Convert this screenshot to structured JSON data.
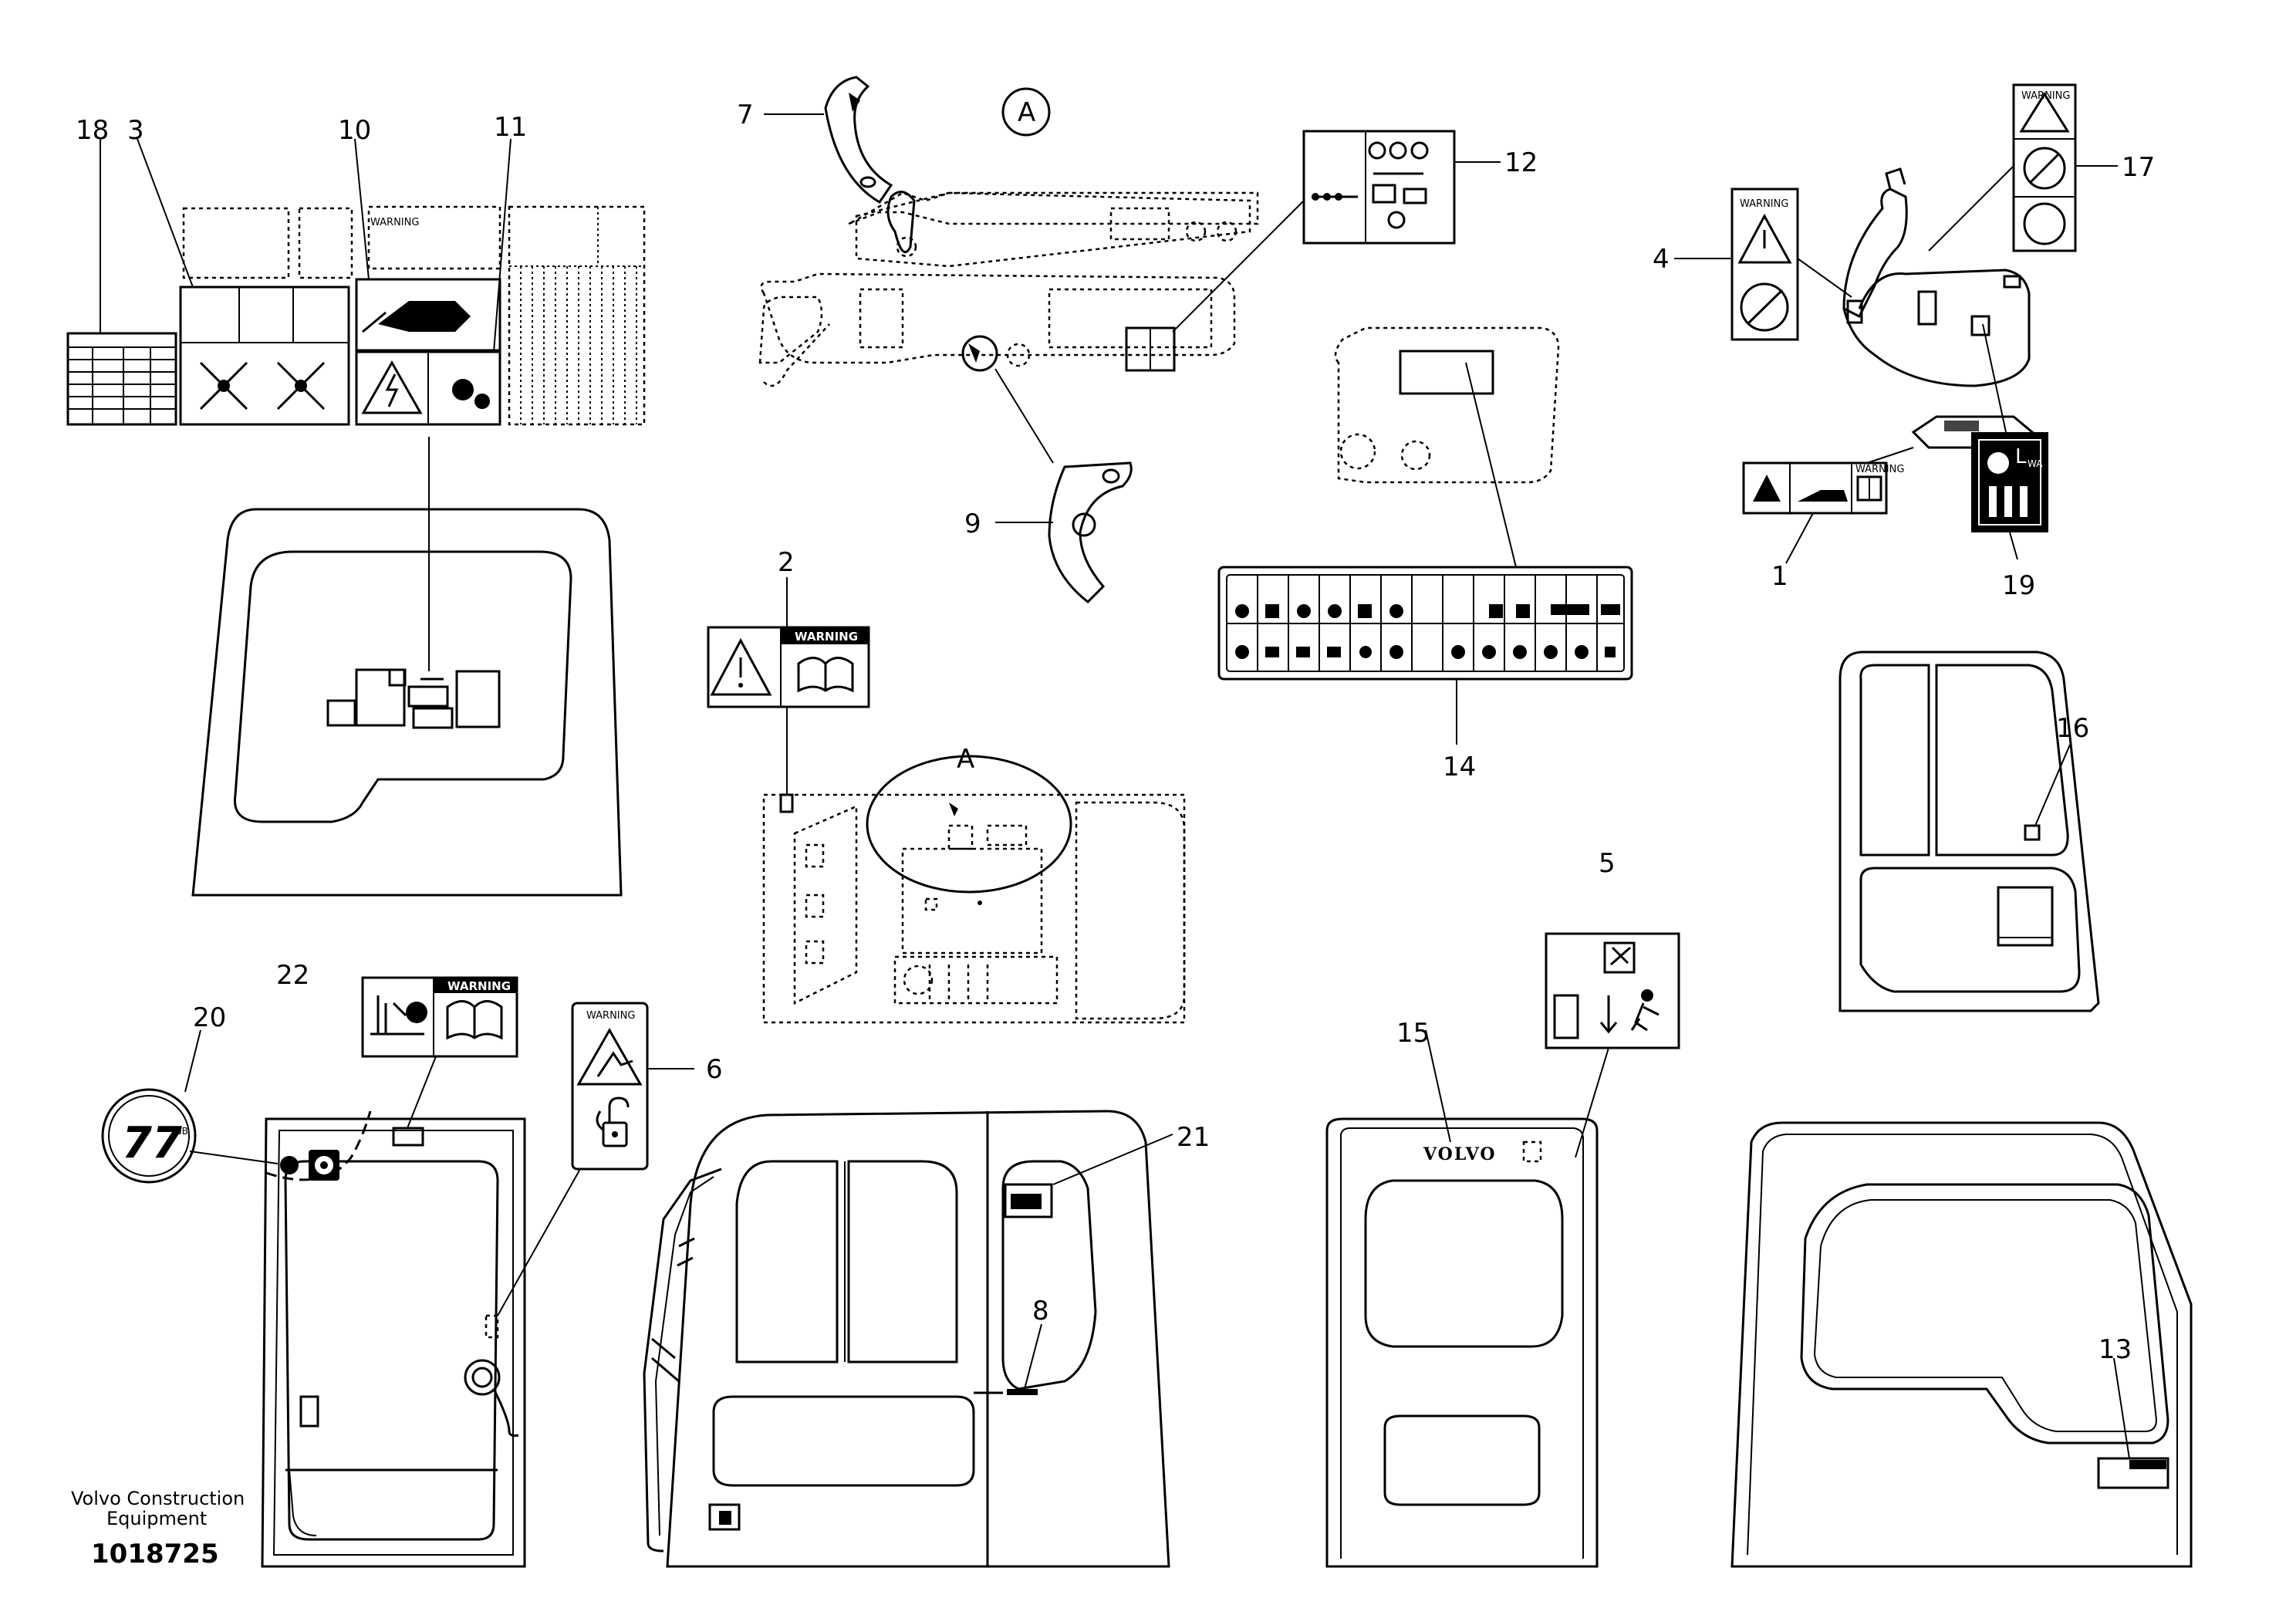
{
  "callouts": [
    {
      "id": "c1",
      "text": "1"
    },
    {
      "id": "c2",
      "text": "2"
    },
    {
      "id": "c3",
      "text": "3"
    },
    {
      "id": "c4",
      "text": "4"
    },
    {
      "id": "c5",
      "text": "5"
    },
    {
      "id": "c6",
      "text": "6"
    },
    {
      "id": "c7",
      "text": "7"
    },
    {
      "id": "c8",
      "text": "8"
    },
    {
      "id": "c9",
      "text": "9"
    },
    {
      "id": "c10",
      "text": "10"
    },
    {
      "id": "c11",
      "text": "11"
    },
    {
      "id": "c12",
      "text": "12"
    },
    {
      "id": "c13",
      "text": "13"
    },
    {
      "id": "c14",
      "text": "14"
    },
    {
      "id": "c15",
      "text": "15"
    },
    {
      "id": "c16",
      "text": "16"
    },
    {
      "id": "c17",
      "text": "17"
    },
    {
      "id": "c18",
      "text": "18"
    },
    {
      "id": "c19",
      "text": "19"
    },
    {
      "id": "c20",
      "text": "20"
    },
    {
      "id": "c21",
      "text": "21"
    },
    {
      "id": "c22",
      "text": "22"
    }
  ],
  "view_marker": "A",
  "view_marker_circled": "A",
  "warning_text": "WARNING",
  "brand_badge": "VOLVO",
  "sound_label": "L",
  "sound_sub": "WA",
  "speed_decal": "77",
  "speed_unit": "dB",
  "footer": {
    "company_line1": "Volvo Construction",
    "company_line2": "Equipment",
    "drawing_number": "1018725"
  }
}
